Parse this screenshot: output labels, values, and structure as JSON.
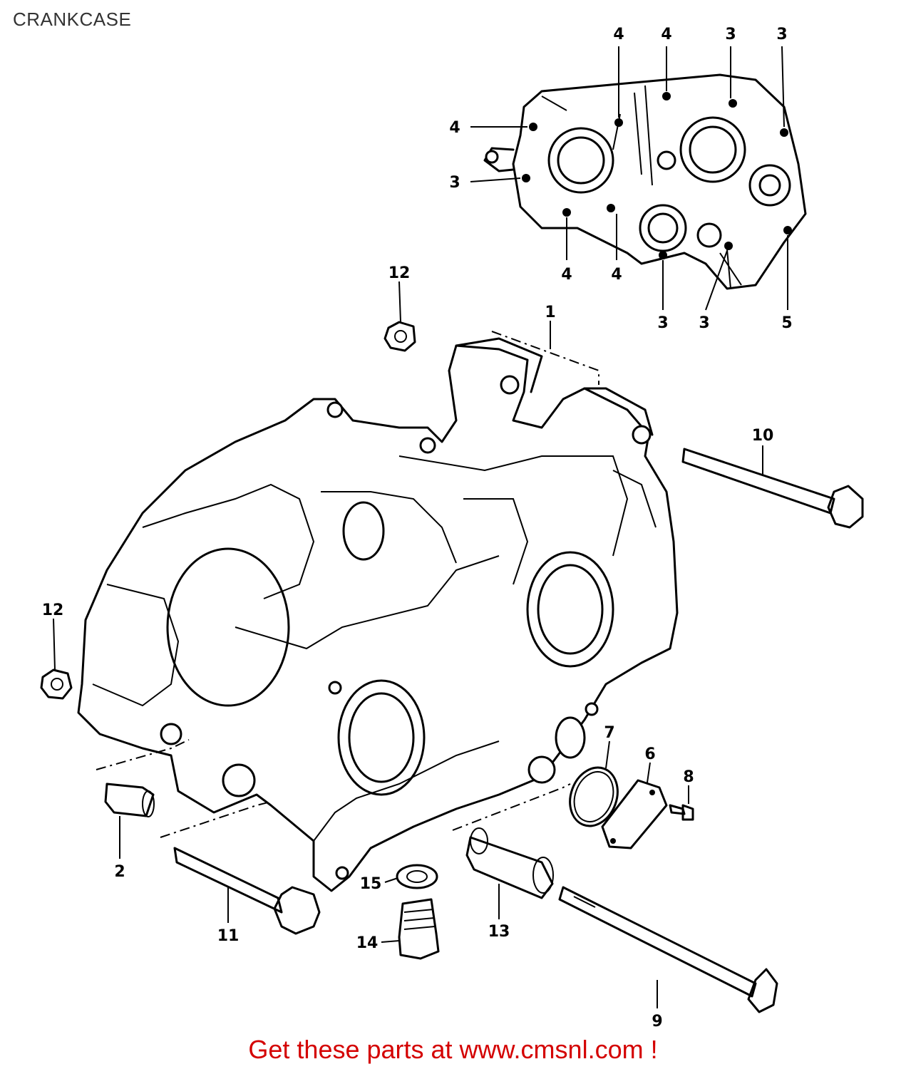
{
  "title": "CRANKCASE",
  "footer": "Get these parts at www.cmsnl.com !",
  "callouts": {
    "c1": "1",
    "c2": "2",
    "c3a": "3",
    "c3b": "3",
    "c3c": "3",
    "c3d": "3",
    "c3e": "3",
    "c4a": "4",
    "c4b": "4",
    "c4c": "4",
    "c4d": "4",
    "c4e": "4",
    "c5": "5",
    "c6": "6",
    "c7": "7",
    "c8": "8",
    "c9": "9",
    "c10": "10",
    "c11": "11",
    "c12a": "12",
    "c12b": "12",
    "c13": "13",
    "c14": "14",
    "c15": "15"
  },
  "colors": {
    "footer": "#d40000",
    "lines": "#000000",
    "title": "#333333"
  }
}
